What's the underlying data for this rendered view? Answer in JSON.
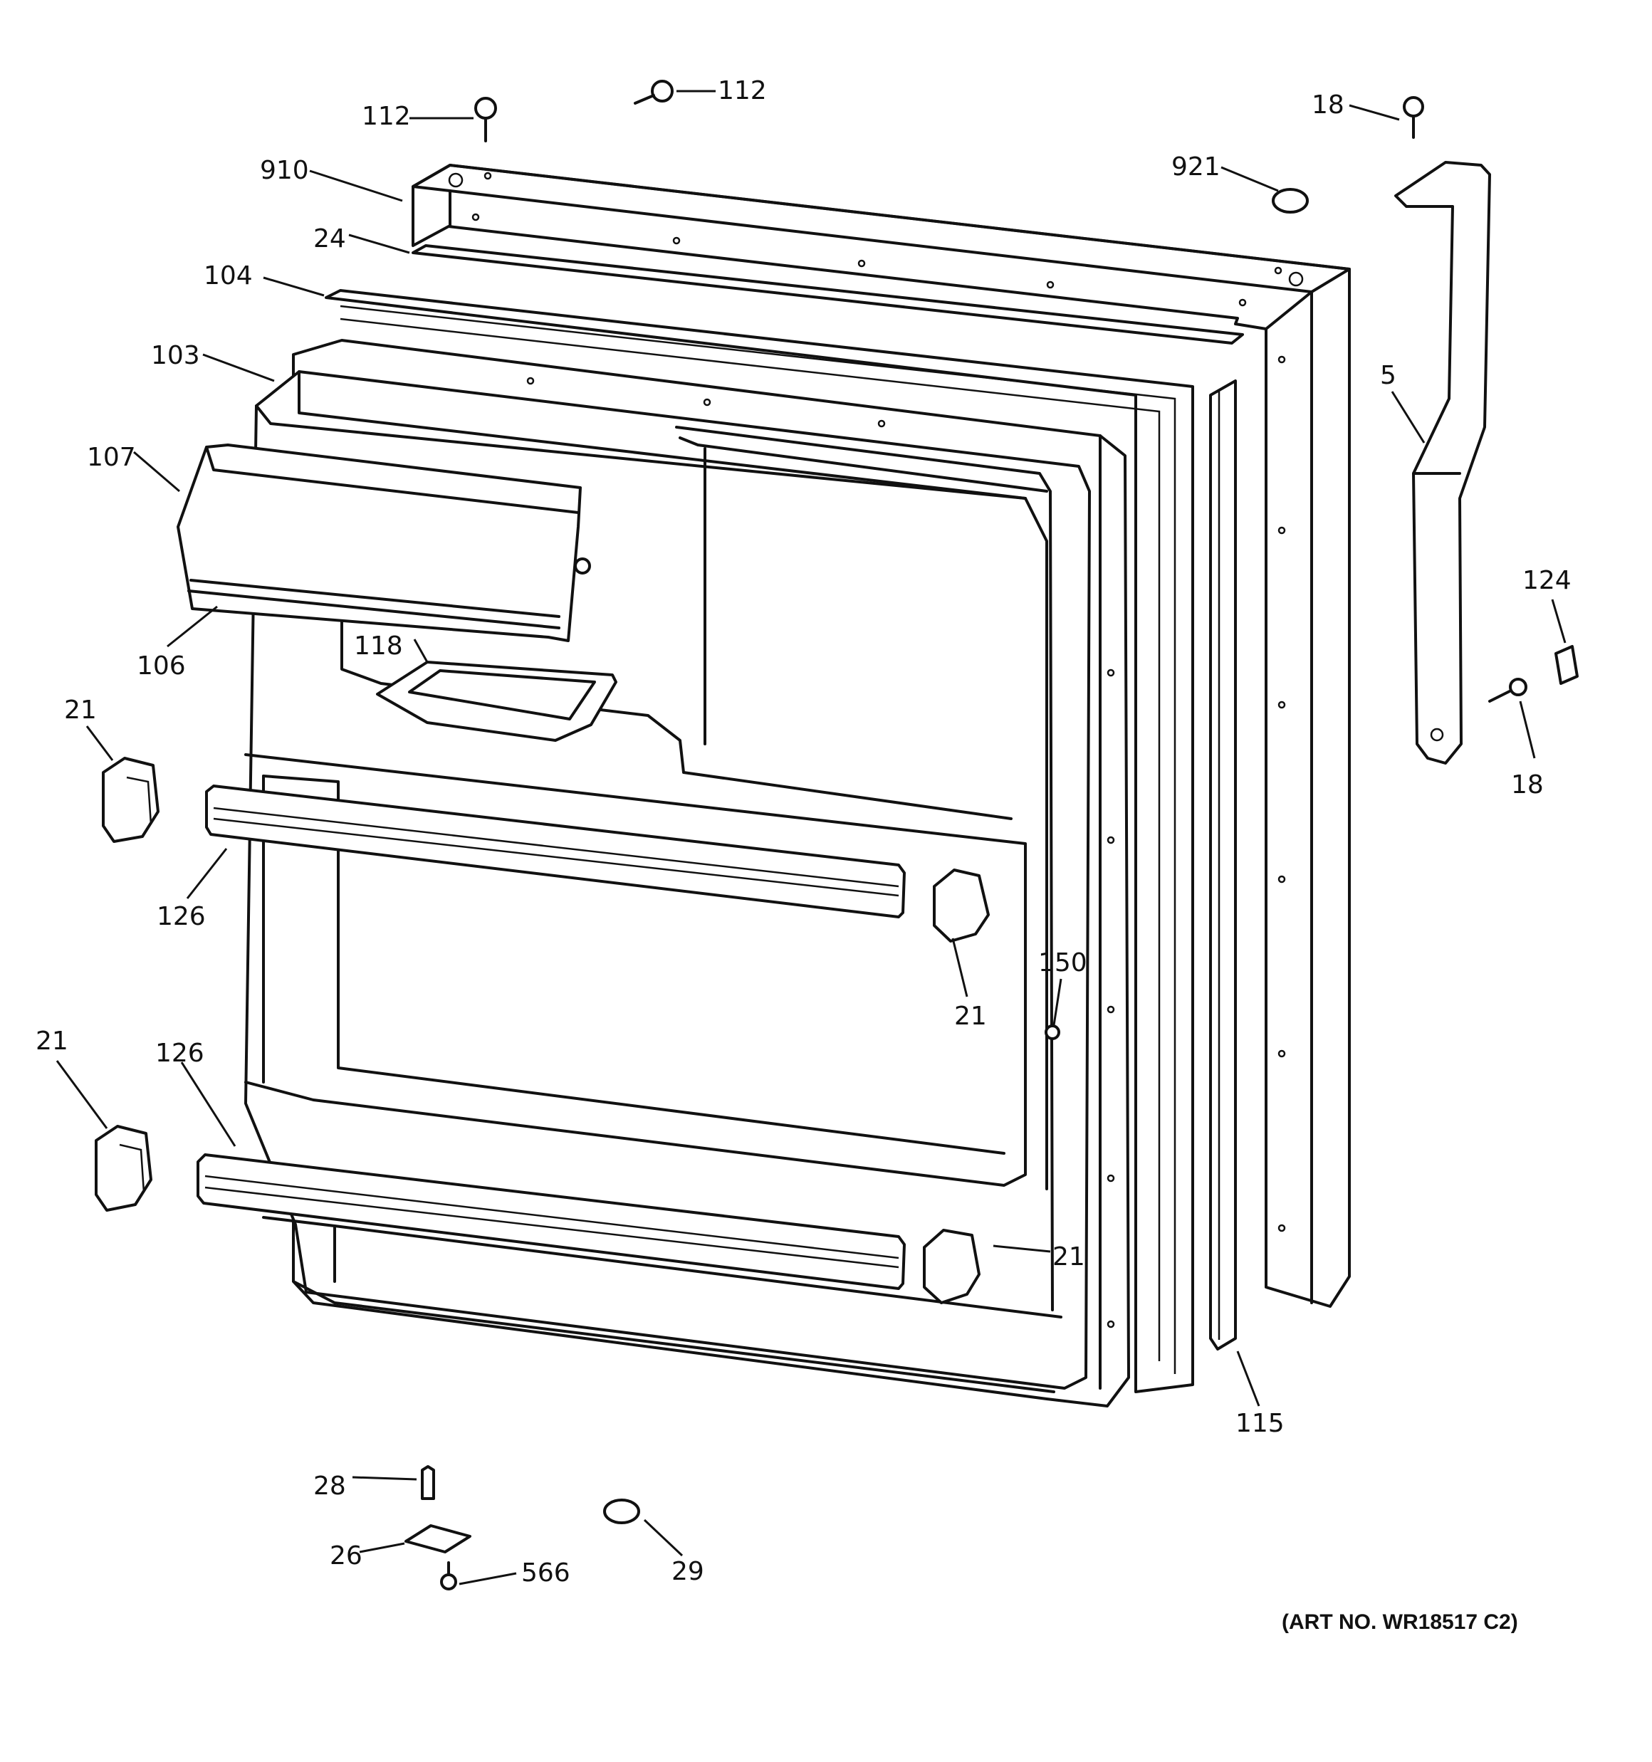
{
  "diagram": {
    "art_number": "(ART NO. WR18517 C2)",
    "callouts": {
      "c112a": "112",
      "c112b": "112",
      "c18a": "18",
      "c910": "910",
      "c921": "921",
      "c24": "24",
      "c104": "104",
      "c103": "103",
      "c5": "5",
      "c107": "107",
      "c124": "124",
      "c106": "106",
      "c118": "118",
      "c21a": "21",
      "c18b": "18",
      "c126a": "126",
      "c150": "150",
      "c21b": "21",
      "c21c": "21",
      "c126b": "126",
      "c21d": "21",
      "c115": "115",
      "c28": "28",
      "c26": "26",
      "c29": "29",
      "c566": "566"
    }
  }
}
